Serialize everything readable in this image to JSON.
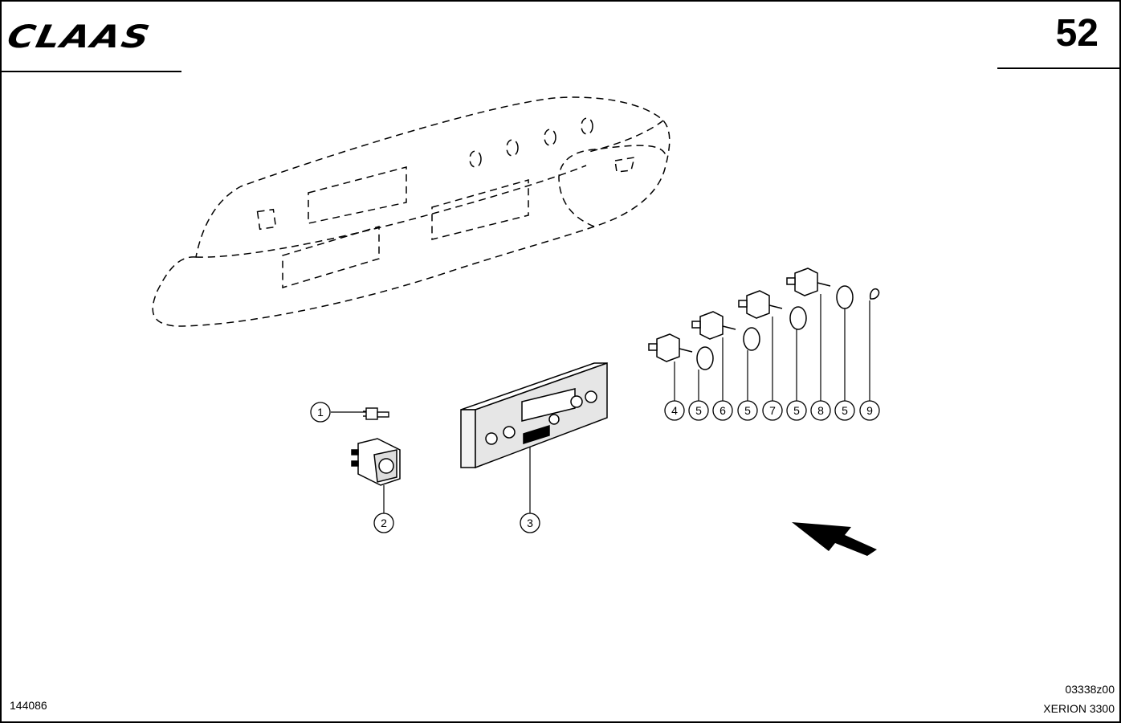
{
  "header": {
    "logo_text": "CLAAS",
    "page_number": "52"
  },
  "footer": {
    "document_id": "144086",
    "drawing_code": "03338z00",
    "model": "XERION 3300"
  },
  "callouts": [
    "1",
    "2",
    "3",
    "4",
    "5",
    "6",
    "5",
    "7",
    "5",
    "8",
    "5",
    "9"
  ]
}
